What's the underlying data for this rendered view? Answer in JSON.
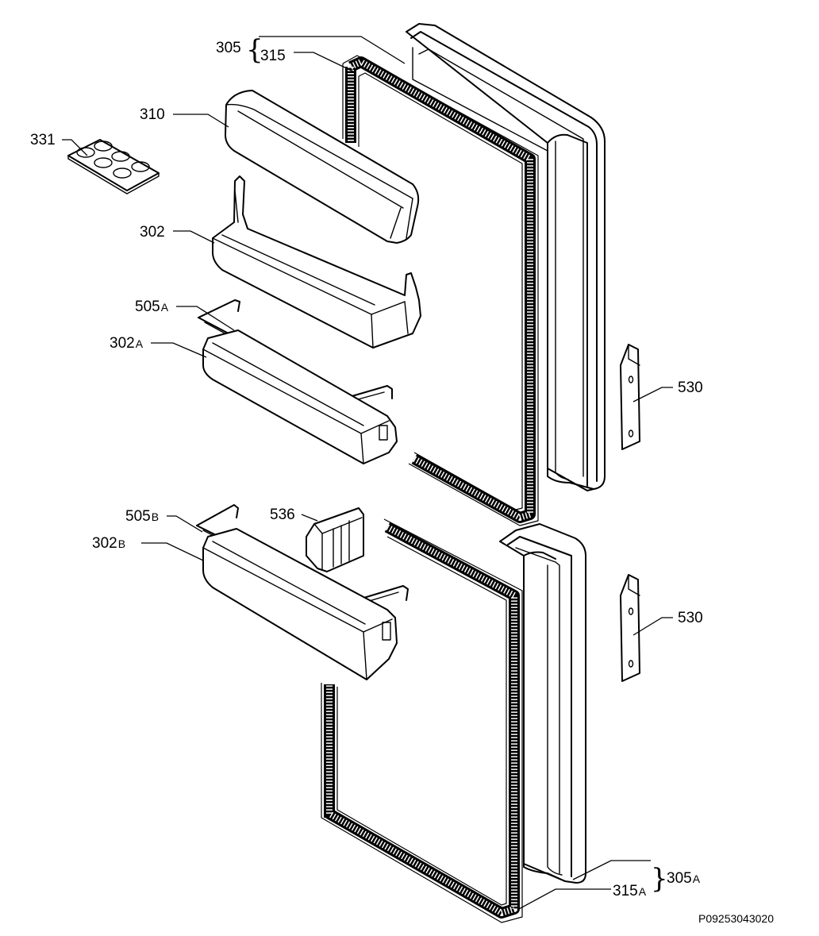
{
  "labels": {
    "l305": "305",
    "l315": "315",
    "l310": "310",
    "l331": "331",
    "l302": "302",
    "l505a_num": "505",
    "l505a_sub": "A",
    "l302a_num": "302",
    "l302a_sub": "A",
    "l530_top": "530",
    "l505b_num": "505",
    "l505b_sub": "B",
    "l536": "536",
    "l302b_num": "302",
    "l302b_sub": "B",
    "l530_bottom": "530",
    "l305a_num": "305",
    "l305a_sub": "A",
    "l315a_num": "315",
    "l315a_sub": "A"
  },
  "document_code": "P09253043020"
}
